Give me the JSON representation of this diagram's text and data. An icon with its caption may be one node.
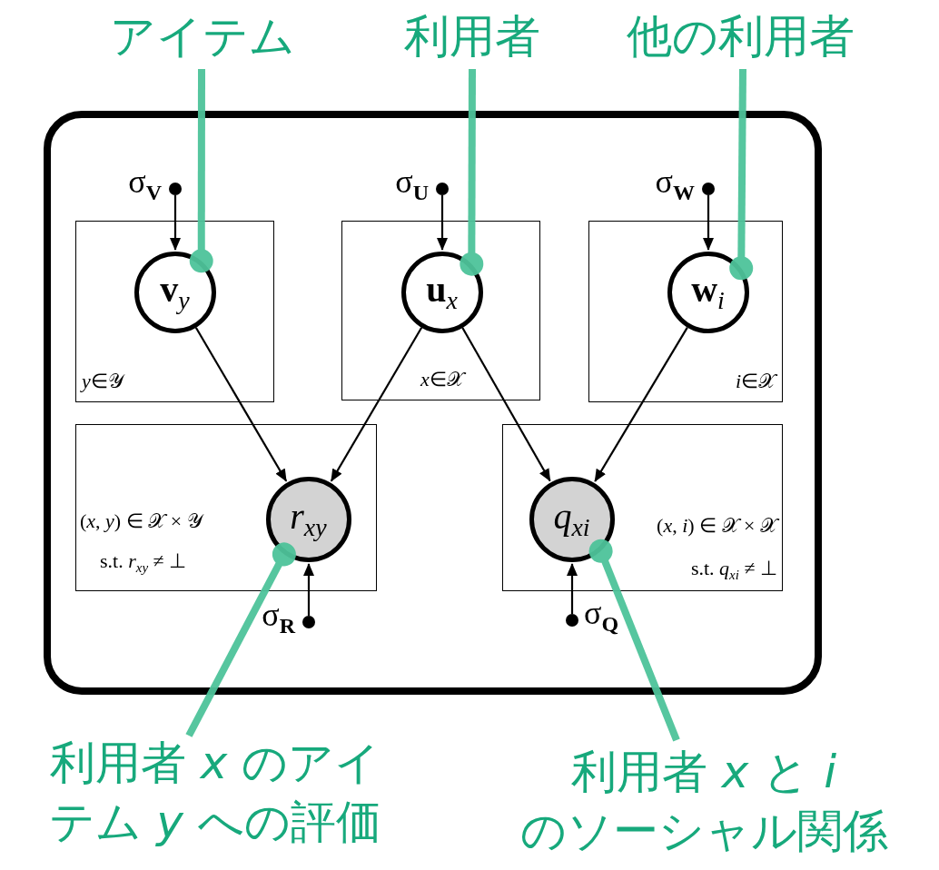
{
  "diagram": {
    "nodes": [
      {
        "text": [],
        "shape": "box"
      },
      {
        "text": [
          "*y*∈𝒴"
        ],
        "in": 0
      },
      {
        "text": [
          "*x*∈𝒳"
        ],
        "in": 0
      },
      {
        "text": [
          "*i*∈𝒳"
        ],
        "in": 0
      },
      {
        "text": [
          "(*x*, *y*) ∈ 𝒳 × 𝒴",
          "s.t.  *r*$_{xy}$ ≠ ⊥"
        ],
        "in": 0
      },
      {
        "text": [
          "(*x*, *i*) ∈ 𝒳 × 𝒳",
          "s.t.  *q*$_{xi}$ ≠ ⊥"
        ],
        "in": 0
      },
      {
        "text": [
          "**v**$_{y}$"
        ],
        "in": 1
      },
      {
        "text": [
          "**u**$_{x}$"
        ],
        "in": 2
      },
      {
        "text": [
          "**w**$_{i}$"
        ],
        "in": 3
      },
      {
        "text": [
          "*r*$_{xy}$"
        ],
        "in": 4
      },
      {
        "text": [
          "*q*$_{xi}$"
        ],
        "in": 5
      },
      {
        "text": [],
        "shape": "circle",
        "beside": [
          "σ$_{V}$"
        ],
        "in": 0
      },
      {
        "text": [],
        "shape": "circle",
        "beside": [
          "σ$_{U}$"
        ],
        "in": 0
      },
      {
        "text": [],
        "shape": "circle",
        "beside": [
          "σ$_{W}$"
        ],
        "in": 0
      },
      {
        "text": [],
        "shape": "circle",
        "beside": [
          "σ$_{R}$"
        ],
        "in": 0
      },
      {
        "text": [],
        "shape": "circle",
        "beside": [
          "σ$_{Q}$"
        ],
        "in": 0
      },
      {
        "text": [
          "アイテム"
        ]
      },
      {
        "text": [
          "利用者"
        ]
      },
      {
        "text": [
          "他の利用者"
        ]
      },
      {
        "text": [
          "利用者 *x* のアイテム *y* への評価"
        ]
      },
      {
        "text": [
          "利用者 *x* と *i* のソーシャル関係"
        ]
      }
    ],
    "edges": [
      {
        "from": 11,
        "to": 6,
        "arrow": "to"
      },
      {
        "from": 12,
        "to": 7,
        "arrow": "to"
      },
      {
        "from": 13,
        "to": 8,
        "arrow": "to"
      },
      {
        "from": 6,
        "to": 9,
        "arrow": "to"
      },
      {
        "from": 7,
        "to": 9,
        "arrow": "to"
      },
      {
        "from": 7,
        "to": 10,
        "arrow": "to"
      },
      {
        "from": 8,
        "to": 10,
        "arrow": "to"
      },
      {
        "from": 14,
        "to": 9,
        "arrow": "to"
      },
      {
        "from": 15,
        "to": 10,
        "arrow": "to"
      },
      {
        "from": 16,
        "to": 6,
        "arrow": "other",
        "style": "thick",
        "color": "#4ec39a"
      },
      {
        "from": 17,
        "to": 7,
        "arrow": "other",
        "style": "thick",
        "color": "#4ec39a"
      },
      {
        "from": 18,
        "to": 8,
        "arrow": "other",
        "style": "thick",
        "color": "#4ec39a"
      },
      {
        "from": 19,
        "to": 9,
        "arrow": "other",
        "style": "thick",
        "color": "#4ec39a"
      },
      {
        "from": 20,
        "to": 10,
        "arrow": "other",
        "style": "thick",
        "color": "#4ec39a"
      }
    ]
  }
}
